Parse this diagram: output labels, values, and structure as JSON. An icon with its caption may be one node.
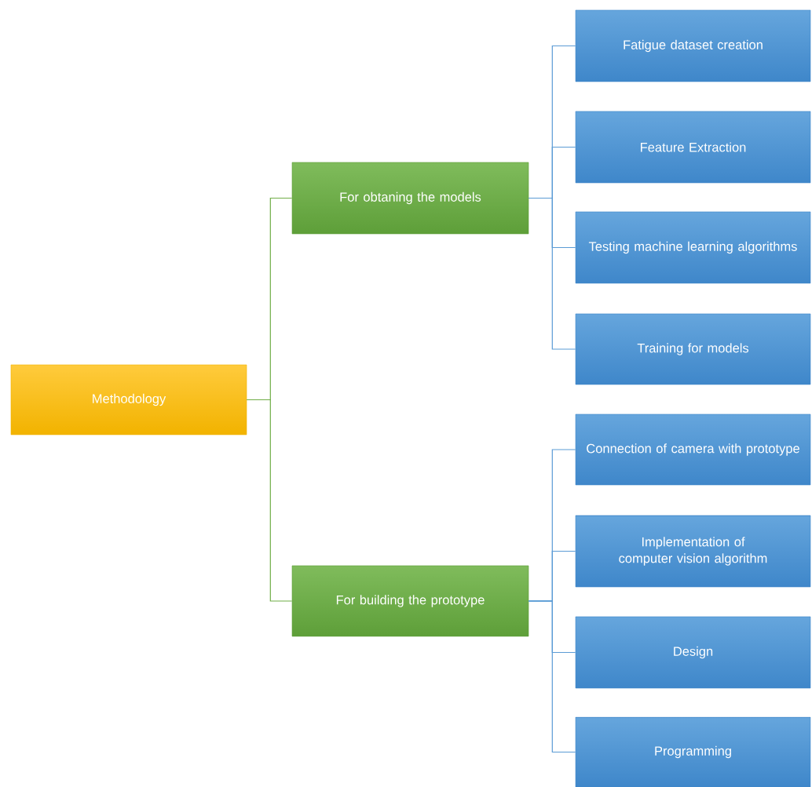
{
  "diagram": {
    "nodes": [
      {
        "text": [
          "Methodology"
        ]
      },
      {
        "text": [
          "For obtaning the models"
        ]
      },
      {
        "text": [
          "Fatigue dataset creation"
        ]
      },
      {
        "text": [
          "Feature Extraction"
        ]
      },
      {
        "text": [
          "Testing machine learning algorithms"
        ]
      },
      {
        "text": [
          "Training for models"
        ]
      },
      {
        "text": [
          "For building the prototype"
        ]
      },
      {
        "text": [
          "Connection of camera with prototype"
        ]
      },
      {
        "text": [
          "Implementation of computer vision algorithm"
        ]
      },
      {
        "text": [
          "Design"
        ]
      },
      {
        "text": [
          "Programming"
        ]
      }
    ],
    "edges": [
      {
        "from": 0,
        "to": 1,
        "arrow": "none",
        "color": "#70ad47"
      },
      {
        "from": 0,
        "to": 6,
        "arrow": "none",
        "color": "#70ad47"
      },
      {
        "from": 1,
        "to": 2,
        "arrow": "none"
      },
      {
        "from": 1,
        "to": 3,
        "arrow": "none"
      },
      {
        "from": 1,
        "to": 4,
        "arrow": "none"
      },
      {
        "from": 1,
        "to": 5,
        "arrow": "none"
      },
      {
        "from": 6,
        "to": 7,
        "arrow": "none"
      },
      {
        "from": 6,
        "to": 8,
        "arrow": "none"
      },
      {
        "from": 6,
        "to": 9,
        "arrow": "none"
      },
      {
        "from": 6,
        "to": 10,
        "arrow": "none"
      }
    ]
  }
}
